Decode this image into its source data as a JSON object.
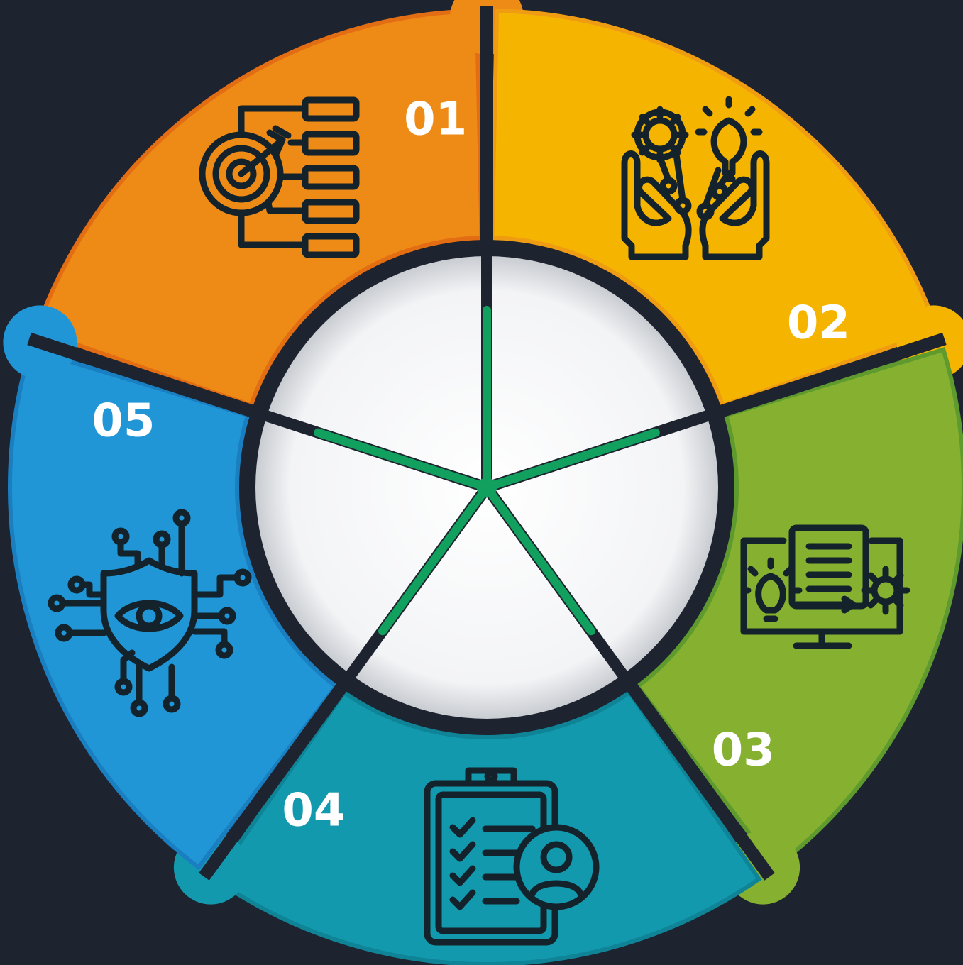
{
  "segments": [
    {
      "number": "01",
      "color": "#ee8a16",
      "edge": "#e26d12",
      "icon": "target-flowchart-icon"
    },
    {
      "number": "02",
      "color": "#f4b400",
      "edge": "#ef9c12",
      "icon": "hands-gear-lightbulb-icon"
    },
    {
      "number": "03",
      "color": "#86b02f",
      "edge": "#5f9a2e",
      "icon": "monitor-idea-process-icon"
    },
    {
      "number": "04",
      "color": "#1399ae",
      "edge": "#0e8496",
      "icon": "clipboard-user-checklist-icon"
    },
    {
      "number": "05",
      "color": "#2196d6",
      "edge": "#1a7fc0",
      "icon": "shield-eye-circuit-icon"
    }
  ],
  "center": {
    "fill": "#f3f4f6",
    "spoke_color": "#12a05e"
  }
}
